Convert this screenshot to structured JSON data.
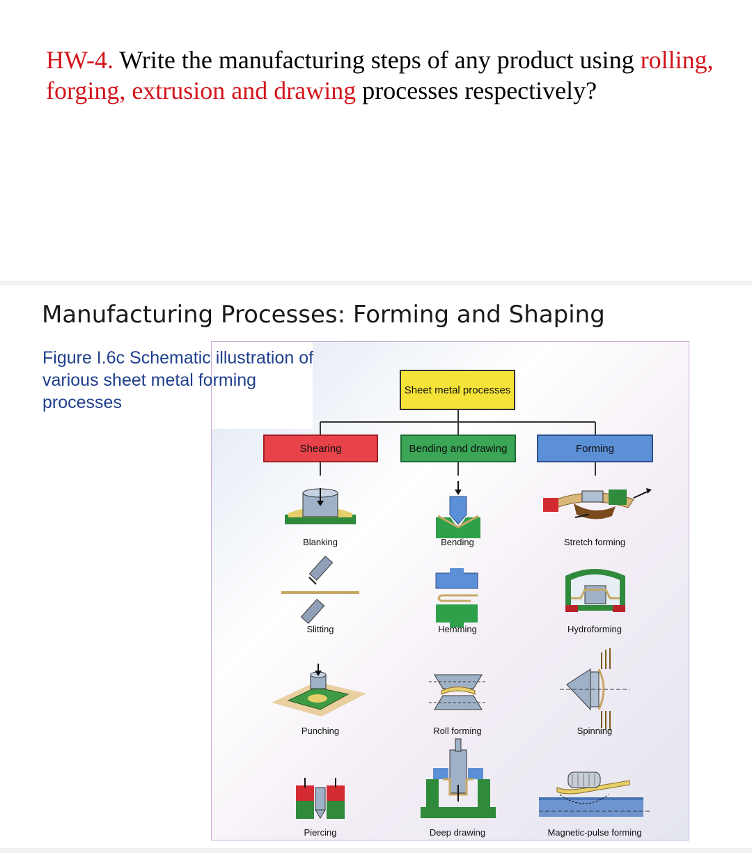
{
  "homework": {
    "number": "HW-4.",
    "text_part1": " Write the manufacturing steps of any product using ",
    "highlight": "rolling, forging, extrusion and drawing",
    "text_part2": " processes respectively?"
  },
  "slide": {
    "title": "Manufacturing Processes:  Forming and Shaping",
    "caption": "Figure I.6c  Schematic illustration of various sheet metal forming processes"
  },
  "diagram": {
    "root": {
      "label": "Sheet metal processes",
      "color": "#f5e33a"
    },
    "categories": [
      {
        "label": "Shearing",
        "color": "#e8434a",
        "processes": [
          "Blanking",
          "Slitting",
          "Punching",
          "Piercing"
        ]
      },
      {
        "label": "Bending and drawing",
        "color": "#3aa656",
        "processes": [
          "Bending",
          "Hemming",
          "Roll forming",
          "Deep drawing"
        ]
      },
      {
        "label": "Forming",
        "color": "#5b8fd6",
        "processes": [
          "Stretch forming",
          "Hydroforming",
          "Spinning",
          "Magnetic-pulse forming"
        ]
      }
    ]
  }
}
